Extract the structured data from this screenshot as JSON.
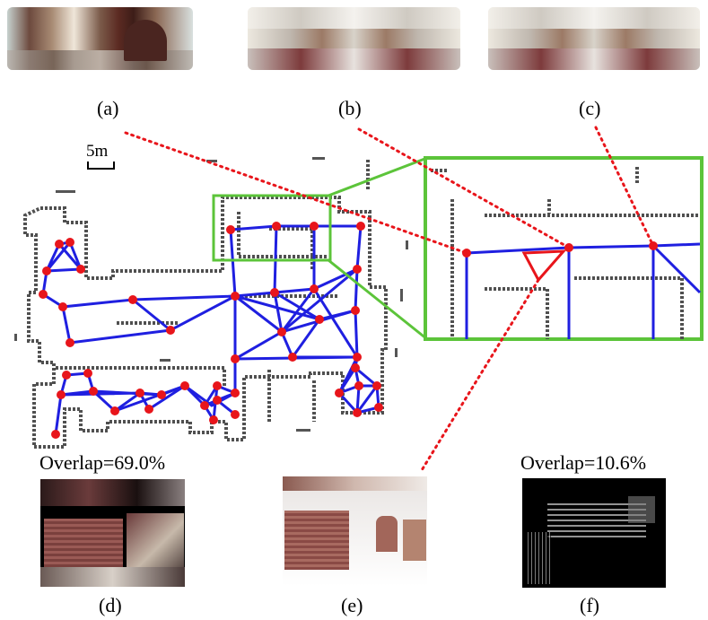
{
  "captions": {
    "a": "(a)",
    "b": "(b)",
    "c": "(c)",
    "d": "(d)",
    "e": "(e)",
    "f": "(f)"
  },
  "scale_label": "5m",
  "overlap_left": "Overlap=69.0%",
  "overlap_right": "Overlap=10.6%",
  "colors": {
    "graph_edge": "#1f1fe0",
    "graph_node": "#e8151b",
    "zoom_box": "#5cc43a",
    "wall": "#505050",
    "correspondence": "#e8151b"
  },
  "icons": [
    "camera-frustum-triangle",
    "scale-bar"
  ]
}
